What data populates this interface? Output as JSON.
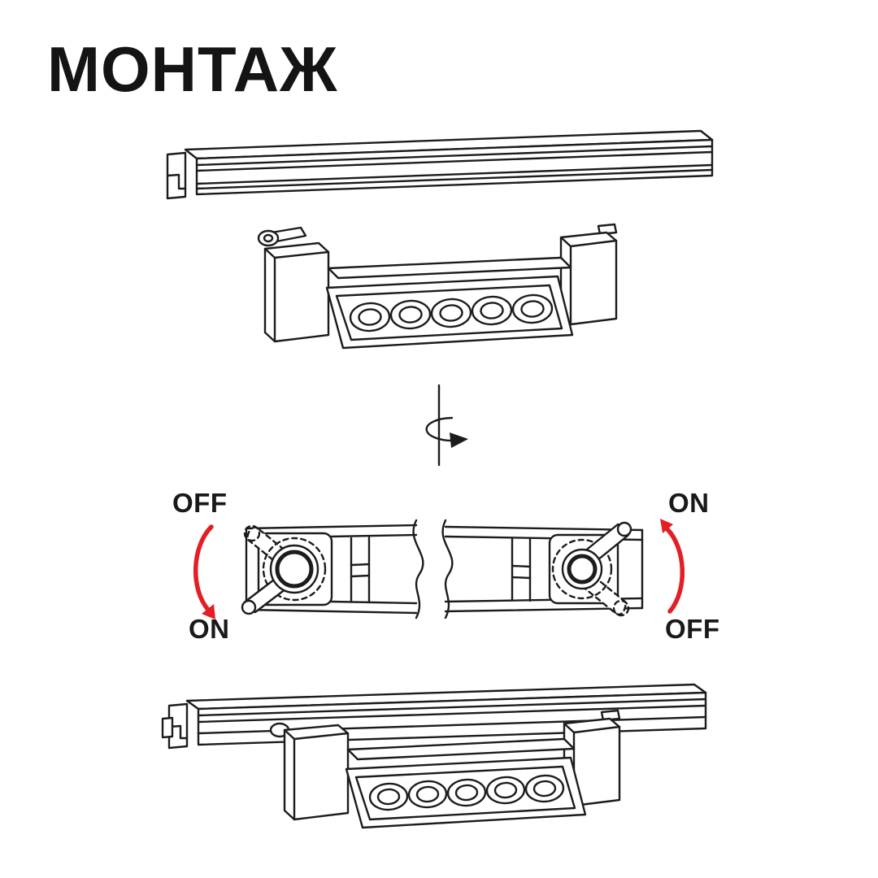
{
  "title": "МОНТАЖ",
  "mechanism_labels": {
    "left_top": "OFF",
    "left_bottom": "ON",
    "right_top": "ON",
    "right_bottom": "OFF"
  },
  "colors": {
    "line": "#1c1c1c",
    "accent_red": "#e31e24",
    "background": "#ffffff"
  },
  "icons": {
    "rotate_axis_icon": "rotate-around-vertical-axis",
    "rotation_arrow_left": "red-curved-arrow-down",
    "rotation_arrow_right": "red-curved-arrow-up"
  }
}
